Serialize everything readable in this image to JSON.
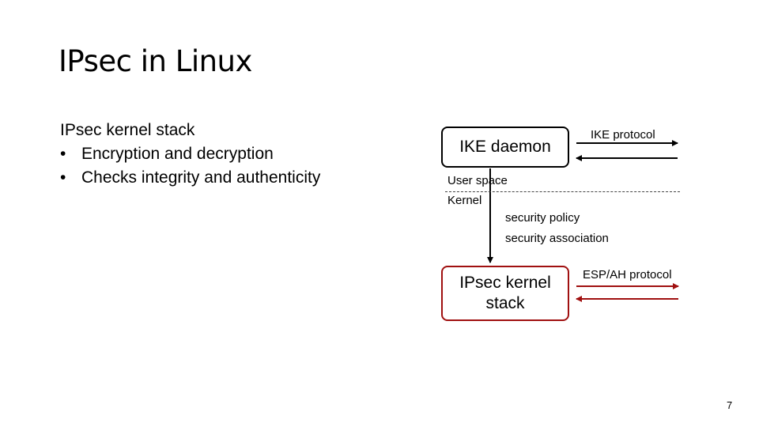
{
  "slide": {
    "title": "IPsec in Linux",
    "body_heading": "IPsec kernel stack",
    "bullets": [
      "Encryption and decryption",
      "Checks integrity and authenticity"
    ],
    "bullet_glyph": "•",
    "page_number": "7"
  },
  "diagram": {
    "ike_daemon": "IKE daemon",
    "ipsec_stack_line1": "IPsec kernel",
    "ipsec_stack_line2": "stack",
    "ike_protocol": "IKE protocol",
    "esp_ah_protocol": "ESP/AH protocol",
    "user_space": "User space",
    "kernel": "Kernel",
    "security_policy": "security policy",
    "security_association": "security association",
    "colors": {
      "kernel_accent": "#a01010",
      "line": "#000000"
    }
  }
}
